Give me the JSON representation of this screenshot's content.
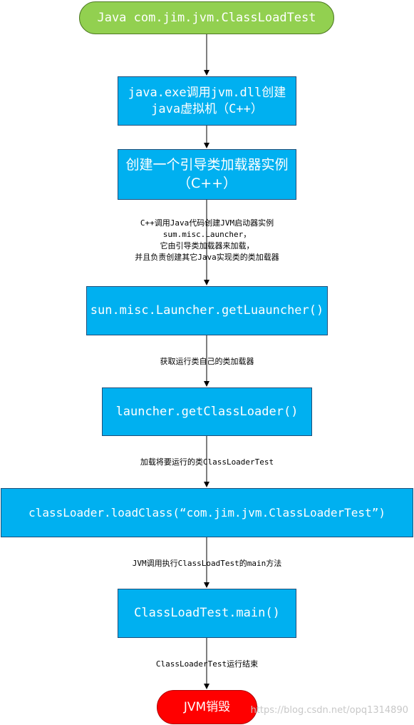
{
  "nodes": {
    "start": "Java com.jim.jvm.ClassLoadTest",
    "create_jvm": "java.exe调用jvm.dll创建\njava虚拟机（C++）",
    "bootstrap_loader": "创建一个引导类加载器实例\n（C++）",
    "get_launcher": "sun.misc.Launcher.getLuauncher()",
    "get_class_loader": "launcher.getClassLoader()",
    "load_class": "classLoader.loadClass(“com.jim.jvm.ClassLoaderTest”)",
    "main": "ClassLoadTest.main()",
    "end": "JVM销毁"
  },
  "edge_labels": {
    "launcher_note": "C++调用Java代码创建JVM启动器实例\nsum.misc.Launcher，\n它由引导类加载器来加载，\n并且负责创建其它Java实现类的类加载器",
    "get_loader_note": "获取运行类自己的类加载器",
    "load_note": "加载将要运行的类ClassLoaderTest",
    "invoke_main_note": "JVM调用执行ClassLoadTest的main方法",
    "finish_note": "ClassLoaderTest运行结束"
  },
  "watermark": "https://blog.csdn.net/opq1314890",
  "colors": {
    "start": "#92d050",
    "process": "#00b0f0",
    "end": "#ff0000"
  }
}
